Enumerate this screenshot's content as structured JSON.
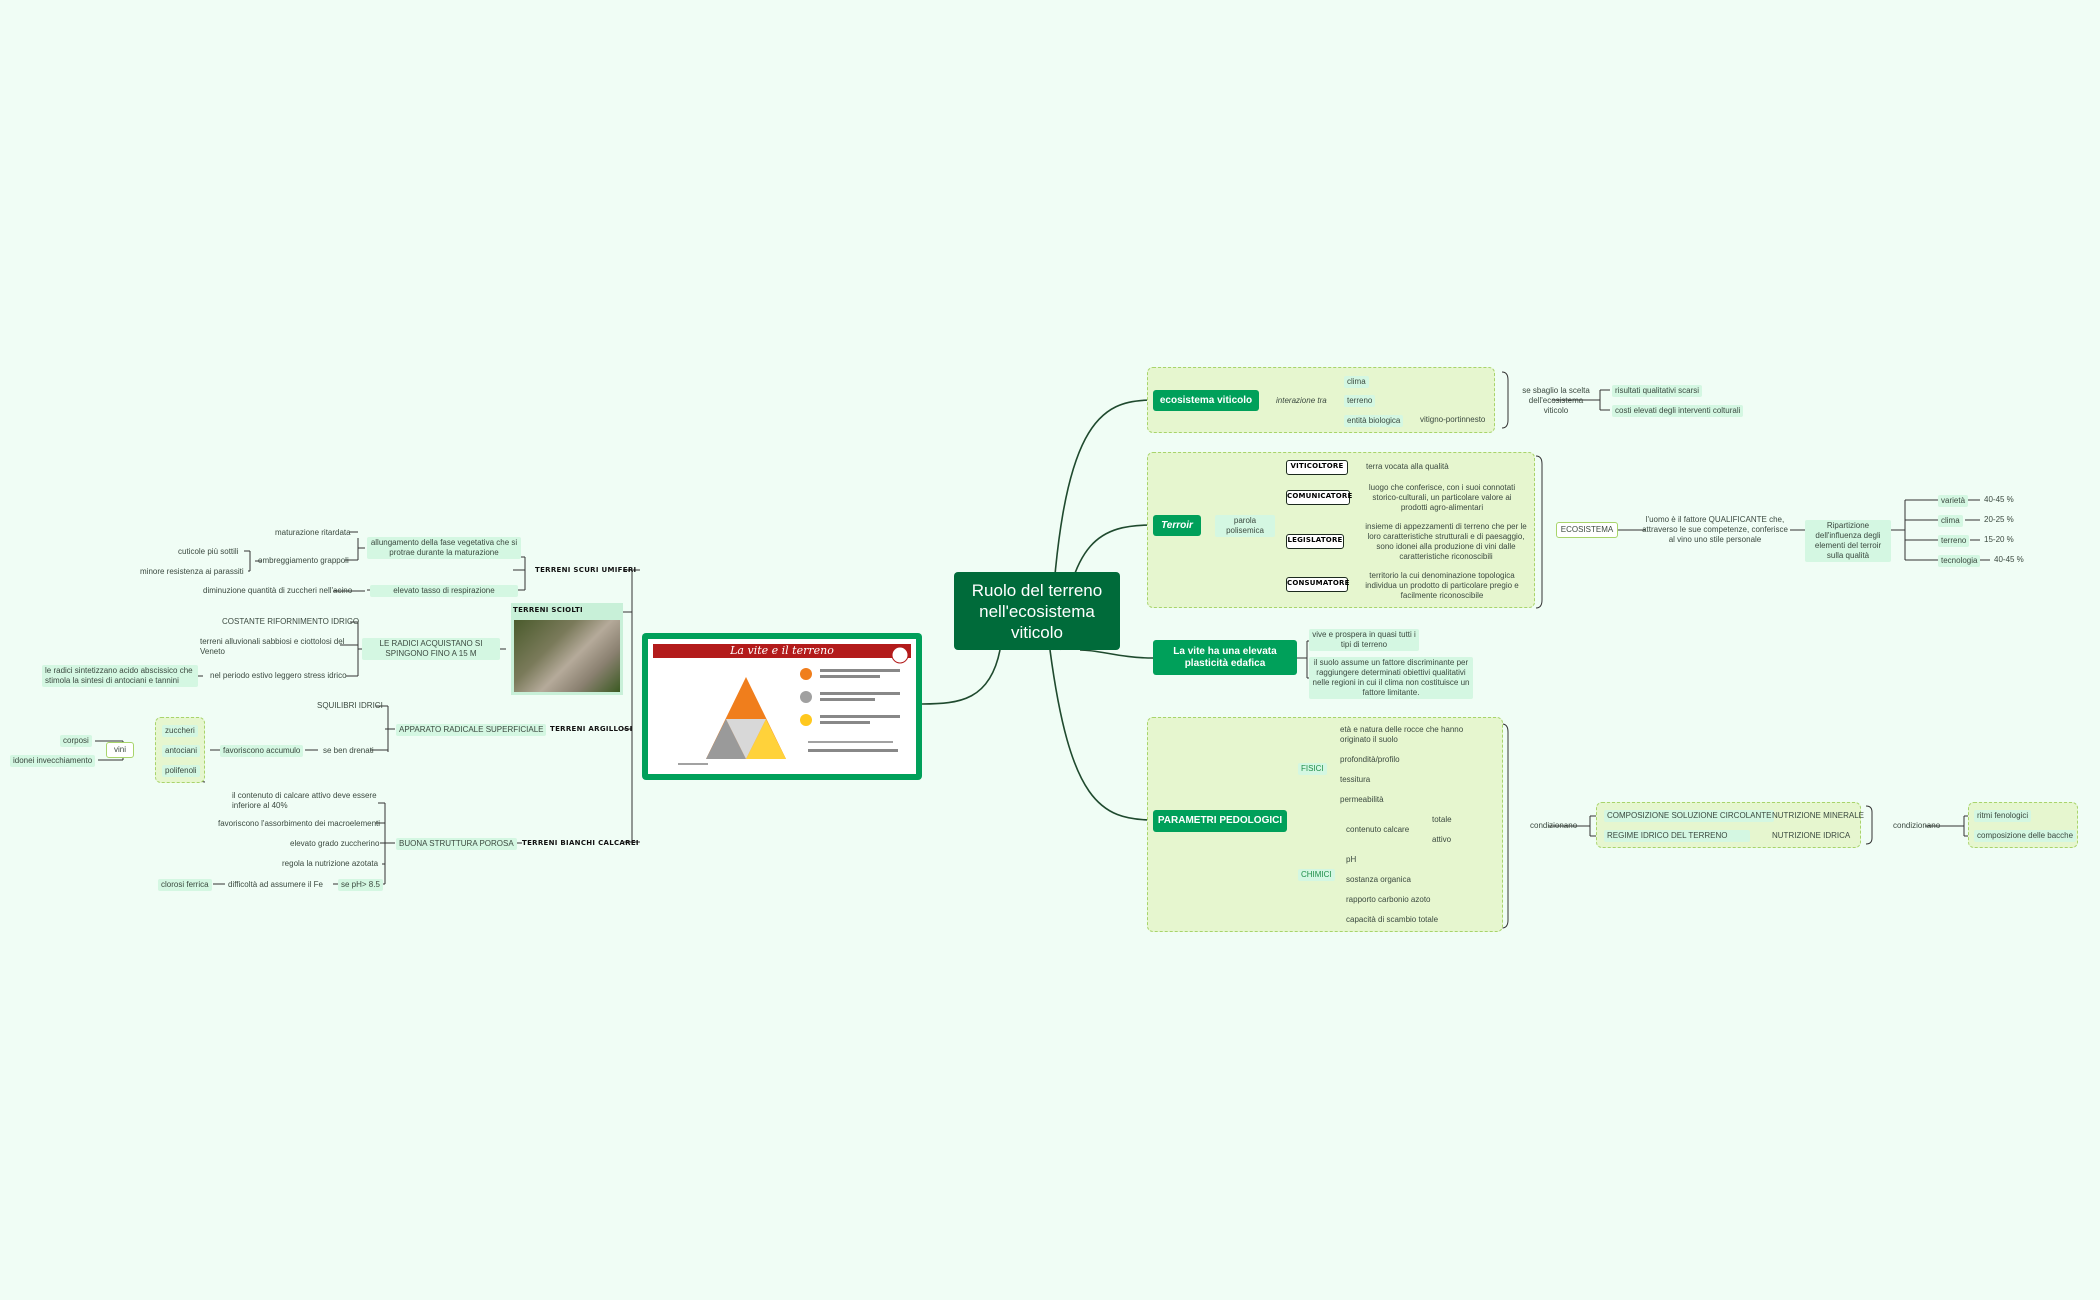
{
  "root": {
    "title": "Ruolo del terreno nell'ecosistema viticolo"
  },
  "ecosistema": {
    "title": "ecosistema viticolo",
    "interazione": "interazione tra",
    "items": [
      "clima",
      "terreno",
      "entità biologica"
    ],
    "vitigno": "vitigno-portinnesto",
    "scelta": "se sbaglio la scelta dell'ecosistema viticolo",
    "risultati": [
      "risultati qualitativi scarsi",
      "costi elevati degli interventi colturali"
    ]
  },
  "terroir": {
    "title": "Terroir",
    "parola": "parola polisemica",
    "roles": [
      {
        "name": "VITICOLTORE",
        "desc": "terra vocata alla qualità"
      },
      {
        "name": "COMUNICATORE",
        "desc": "luogo che conferisce, con i suoi connotati storico-culturali, un particolare valore ai prodotti agro-alimentari"
      },
      {
        "name": "LEGISLATORE",
        "desc": "insieme di appezzamenti di terreno che per le loro caratteristiche strutturali e di paesaggio, sono idonei alla produzione di vini dalle caratteristiche riconoscibili"
      },
      {
        "name": "CONSUMATORE",
        "desc": "territorio la cui denominazione topologica individua un prodotto di particolare pregio e facilmente riconoscibile"
      }
    ],
    "ecosistema": "ECOSISTEMA",
    "uomo": "l'uomo è il fattore QUALIFICANTE che, attraverso le sue competenze, conferisce al vino uno stile personale",
    "ripartizione": "Ripartizione dell'influenza degli elementi del terroir sulla qualità",
    "factors": [
      {
        "name": "varietà",
        "pct": "40-45 %"
      },
      {
        "name": "clima",
        "pct": "20-25 %"
      },
      {
        "name": "terreno",
        "pct": "15-20 %"
      },
      {
        "name": "tecnologia",
        "pct": "40-45 %"
      }
    ]
  },
  "plasticita": {
    "title": "La vite ha una elevata plasticità edafica",
    "items": [
      "vive e prospera in quasi tutti i tipi di terreno",
      "il suolo assume un fattore discriminante per raggiungere determinati obiettivi qualitativi nelle regioni in cui il clima non costituisce un fattore limitante."
    ]
  },
  "parametri": {
    "title": "PARAMETRI PEDOLOGICI",
    "fisici": "FISICI",
    "fisici_items": [
      "età e natura delle rocce che hanno originato il suolo",
      "profondità/profilo",
      "tessitura",
      "permeabilità"
    ],
    "chimici": "CHIMICI",
    "calcare": "contenuto calcare",
    "calcare_items": [
      "totale",
      "attivo"
    ],
    "chimici_items": [
      "pH",
      "sostanza organica",
      "rapporto carbonio azoto",
      "capacità di scambio totale"
    ],
    "condizionano": "condizionano",
    "comp": [
      {
        "name": "COMPOSIZIONE SOLUZIONE CIRCOLANTE",
        "result": "NUTRIZIONE MINERALE"
      },
      {
        "name": "REGIME IDRICO DEL TERRENO",
        "result": "NUTRIZIONE IDRICA"
      }
    ],
    "condizionano2": "condizionano",
    "final": [
      "ritmi fenologici",
      "composizione delle bacche"
    ]
  },
  "image": {
    "title": "La vite e il terreno"
  },
  "scuri": {
    "title": "TERRENI SCURI UMIFERI",
    "allung": "allungamento della fase vegetativa che si protrae durante la maturazione",
    "matur": "maturazione ritardata",
    "ombreg": "ombreggiamento grappoli",
    "cuticole": "cuticole più sottili",
    "minore": "minore resistenza ai parassiti",
    "elevato": "elevato tasso di respirazione",
    "diminuz": "diminuzione quantità di zuccheri nell'acino"
  },
  "sciolti": {
    "title": "TERRENI SCIOLTI",
    "radici": "LE RADICI ACQUISTANO SI SPINGONO FINO A 15 M",
    "items": [
      "COSTANTE RIFORNIMENTO IDRICO",
      "terreni alluvionali sabbiosi e ciottolosi del Veneto",
      "nel periodo estivo leggero stress idrico"
    ],
    "sintesi": "le radici sintetizzano acido abscissico che stimola la sintesi di antociani e tannini"
  },
  "argillosi": {
    "title": "TERRENI ARGILLOSI",
    "apparato": "APPARATO RADICALE SUPERFICIALE",
    "squilibri": "SQUILIBRI IDRICI",
    "drenati": "se ben drenati",
    "favoriscono": "favoriscono accumulo",
    "items": [
      "zuccheri",
      "antociani",
      "polifenoli"
    ],
    "vini": "vini",
    "vini_items": [
      "corposi",
      "idonei invecchiamento"
    ]
  },
  "calcarei": {
    "title": "TERRENI BIANCHI CALCAREI",
    "struttura": "BUONA STRUTTURA POROSA",
    "items": [
      "il contenuto di calcare attivo deve essere inferiore al 40%",
      "favoriscono l'assorbimento dei macroelementi",
      "elevato grado zuccherino",
      "regola la nutrizione azotata"
    ],
    "ph": "se pH> 8.5",
    "difficolta": "difficoltà ad assumere il Fe",
    "clorosi": "clorosi ferrica"
  }
}
